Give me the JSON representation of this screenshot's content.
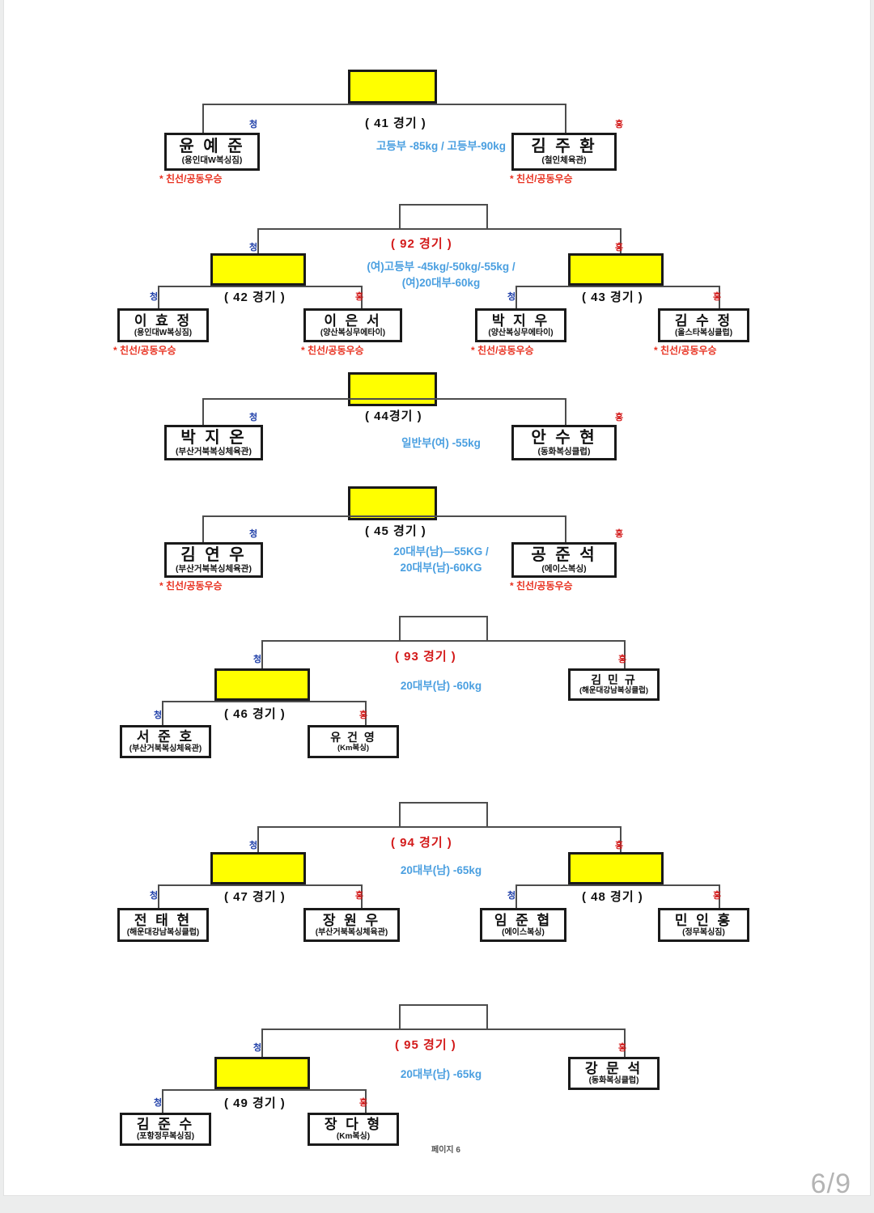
{
  "document": {
    "footer_label": "페이지 6",
    "page_indicator": "6/9",
    "corner_blue": "청",
    "corner_red": "홍",
    "award_note": "* 친선/공동우승",
    "colors": {
      "winner_box": "#ffff00",
      "weight_text": "#4a9fe0",
      "semifinal_no": "#d31a1a",
      "match_no": "#111111",
      "award_text": "#e8301f",
      "blue_corner": "#1f3fa8",
      "red_corner": "#d31a1a",
      "line": "#4d4d4d",
      "page_bg": "#ffffff",
      "app_bg": "#eceded"
    }
  },
  "brackets": [
    {
      "id": "bracket-41",
      "match_label": "(   41 경기   )",
      "weight_lines": [
        "고등부 -85kg / 고등부-90kg"
      ],
      "blue": {
        "name": "윤 예 준",
        "gym": "(용인대W복싱짐)",
        "award": "* 친선/공동우승"
      },
      "red": {
        "name": "김 주 환",
        "gym": "(철인체육관)",
        "award": "* 친선/공동우승"
      }
    },
    {
      "id": "bracket-92",
      "final_label": "(   92 경기   )",
      "weight_lines": [
        "(여)고등부 -45kg/-50kg/-55kg /",
        "(여)20대부-60kg"
      ],
      "left_match_label": "(  42 경기   )",
      "right_match_label": "(  43 경기   )",
      "players": [
        {
          "name": "이 효 정",
          "gym": "(용인대W복싱짐)",
          "corner": "청",
          "award": "* 친선/공동우승"
        },
        {
          "name": "이 은 서",
          "gym": "(양산복싱무에타이)",
          "corner": "홍",
          "award": "* 친선/공동우승"
        },
        {
          "name": "박 지 우",
          "gym": "(양산복싱무에타이)",
          "corner": "청",
          "award": "* 친선/공동우승"
        },
        {
          "name": "김 수 정",
          "gym": "(올스타복싱클럽)",
          "corner": "홍",
          "award": "* 친선/공동우승"
        }
      ]
    },
    {
      "id": "bracket-44",
      "match_label": "(   44경기   )",
      "weight_lines": [
        "일반부(여) -55kg"
      ],
      "blue": {
        "name": "박 지 온",
        "gym": "(부산거북복싱체육관)",
        "award": ""
      },
      "red": {
        "name": "안 수 현",
        "gym": "(동화복싱클럽)",
        "award": ""
      }
    },
    {
      "id": "bracket-45",
      "match_label": "(   45 경기   )",
      "weight_lines": [
        "20대부(남)—55KG /",
        "20대부(남)-60KG"
      ],
      "blue": {
        "name": "김 연 우",
        "gym": "(부산거북복싱체육관)",
        "award": "* 친선/공동우승"
      },
      "red": {
        "name": "공 준 석",
        "gym": "(에이스복싱)",
        "award": "* 친선/공동우승"
      }
    },
    {
      "id": "bracket-93",
      "final_label": "(   93 경기   )",
      "weight_lines": [
        "20대부(남) -60kg"
      ],
      "left_match_label": "(   46 경기   )",
      "players": [
        {
          "name": "서 준 호",
          "gym": "(부산거북복싱체육관)",
          "corner": "청"
        },
        {
          "name": "유 건 영",
          "gym": "(Km복싱)",
          "corner": "홍"
        }
      ],
      "bye": {
        "name": "김 민 규",
        "gym": "(해운대강남복싱클럽)",
        "corner": "홍"
      }
    },
    {
      "id": "bracket-94",
      "final_label": "(   94 경기   )",
      "weight_lines": [
        "20대부(남) -65kg"
      ],
      "left_match_label": "(  47 경기   )",
      "right_match_label": "(  48 경기   )",
      "players": [
        {
          "name": "전 태 현",
          "gym": "(해운대강남복싱클럽)",
          "corner": "청"
        },
        {
          "name": "장 원 우",
          "gym": "(부산거북복싱체육관)",
          "corner": "홍"
        },
        {
          "name": "임 준 협",
          "gym": "(에이스복싱)",
          "corner": "청"
        },
        {
          "name": "민 인 홍",
          "gym": "(정무복싱짐)",
          "corner": "홍"
        }
      ]
    },
    {
      "id": "bracket-95",
      "final_label": "(   95 경기   )",
      "weight_lines": [
        "20대부(남) -65kg"
      ],
      "left_match_label": "(   49 경기   )",
      "players": [
        {
          "name": "김 준 수",
          "gym": "(포항정무복싱짐)",
          "corner": "청"
        },
        {
          "name": "장 다 형",
          "gym": "(Km복싱)",
          "corner": "홍"
        }
      ],
      "bye": {
        "name": "강 문 석",
        "gym": "(동화복싱클럽)",
        "corner": "홍"
      }
    }
  ]
}
